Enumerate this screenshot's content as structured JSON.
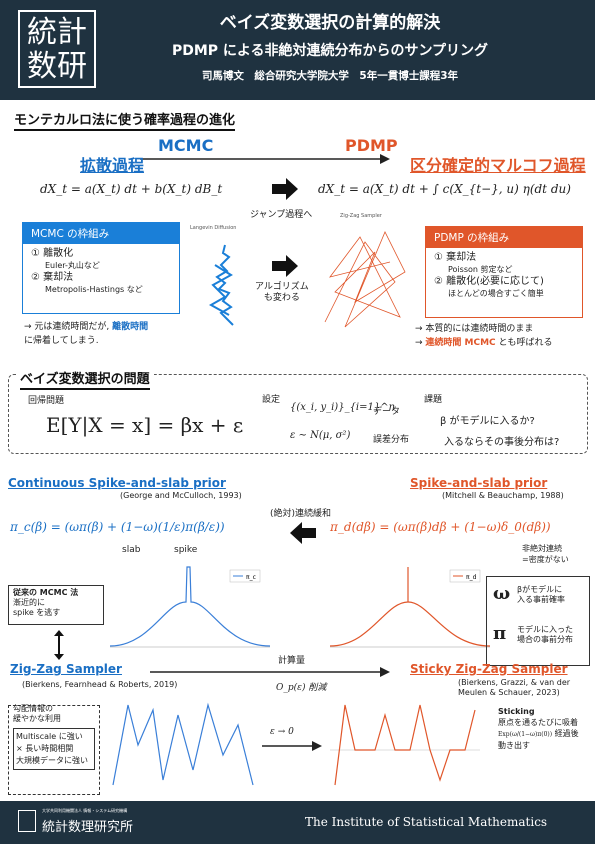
{
  "header": {
    "logo": "統計数研",
    "title": "ベイズ変数選択の計算的解決",
    "subtitle": "PDMP による非絶対連続分布からのサンプリング",
    "author": "司馬博文　総合研究大学院大学　5年一貫博士課程3年"
  },
  "s1": {
    "title": "モンテカルロ法に使う確率過程の進化",
    "mcmc": "MCMC",
    "pdmp": "PDMP",
    "diffusion": "拡散過程",
    "piecewise": "区分確定的マルコフ過程",
    "eq_left": "dX_t = a(X_t) dt + b(X_t) dB_t",
    "eq_right": "dX_t = a(X_t) dt + ∫ c(X_{t−}, u) η(dt du)",
    "jump": "ジャンプ過程へ",
    "algo": "アルゴリズム\nも変わる",
    "lang_label": "Langevin Diffusion",
    "zz_label": "Zig-Zag Sampler",
    "mcmc_box": {
      "head": "MCMC の枠組み",
      "i1": "① 離散化",
      "i1s": "Euler-丸山など",
      "i2": "② 棄却法",
      "i2s": "Metropolis-Hastings など"
    },
    "pdmp_box": {
      "head": "PDMP の枠組み",
      "i1": "① 棄却法",
      "i1s": "Poisson 剪定など",
      "i2": "② 離散化(必要に応じて)",
      "i2s": "ほとんどの場合すごく簡単"
    },
    "note_l1": "→ 元は連続時間だが, ",
    "note_l1b": "離散時間",
    "note_l2": "に帰着してしまう.",
    "note_r1": "→ 本質的には連続時間のまま",
    "note_r2": "→ ",
    "note_r2b": "連続時間 MCMC",
    "note_r2c": " とも呼ばれる"
  },
  "s2": {
    "title": "ベイズ変数選択の問題",
    "reg": "回帰問題",
    "eq": "E[Y|X = x] = βx + ε",
    "setting": "設定",
    "data_sym": "{(x_i, y_i)}_{i=1}^n",
    "data": "データ",
    "err_sym": "ε ∼ N(μ, σ²)",
    "err": "誤差分布",
    "task": "課題",
    "q1": "β がモデルに入るか?",
    "q2": "入るならその事後分布は?"
  },
  "s3": {
    "cont_title": "Continuous Spike-and-slab prior",
    "cont_ref": "(George and McCulloch, 1993)",
    "spike_title": "Spike-and-slab prior",
    "spike_ref": "(Mitchell & Beauchamp, 1988)",
    "relax": "(絶対)連続緩和",
    "pi_c": "π_c(β) = (ωπ(β) + (1−ω)(1/ε)π(β/ε))",
    "slab": "slab",
    "spike": "spike",
    "pi_d": "π_d(dβ) = (ωπ(β)dβ + (1−ω)δ_0(dβ))",
    "nonabs": "非絶対連続\n=密度がない",
    "legend_c": "π_c",
    "legend_d": "π_d",
    "old_mcmc": "従来の MCMC 法",
    "old_note": "漸近的に\nspike を逃す",
    "omega_sym": "ω",
    "omega_txt": "βがモデルに\n入る事前確率",
    "pi_sym": "π",
    "pi_txt": "モデルに入った\n場合の事前分布"
  },
  "s4": {
    "zz": "Zig-Zag Sampler",
    "zz_ref": "(Bierkens, Fearnhead & Roberts, 2019)",
    "szz": "Sticky Zig-Zag Sampler",
    "szz_ref": "(Bierkens, Grazzi, & van der\nMeulen & Schauer, 2023)",
    "cost": "計算量",
    "cost2": "O_p(ε) 削減",
    "limit": "ε → 0",
    "grad": "勾配情報の\n緩やかな利用",
    "l1": "Multiscale に強い",
    "l2": "× 長い時間相関",
    "l3": "大規模データに強い",
    "sticking": "Sticking",
    "st1": "原点を通るたびに吸着",
    "st2": "経過後",
    "st_formula": "Exp(ω/(1−ω)π(0))",
    "st3": "動き出す"
  },
  "footer": {
    "inst_small": "大学共同利用機関法人 情報・システム研究機構",
    "inst": "統計数理研究所",
    "eng": "The Institute of Statistical Mathematics"
  },
  "colors": {
    "navy": "#1f3240",
    "blue": "#1a7fd8",
    "red": "#e0562a"
  },
  "chart_data": [
    {
      "type": "line",
      "series": [
        {
          "name": "π_c",
          "values": "Gaussian slab with narrow spike at 0"
        }
      ]
    },
    {
      "type": "line",
      "series": [
        {
          "name": "π_d",
          "values": "Gaussian slab, point mass at 0"
        }
      ]
    }
  ]
}
